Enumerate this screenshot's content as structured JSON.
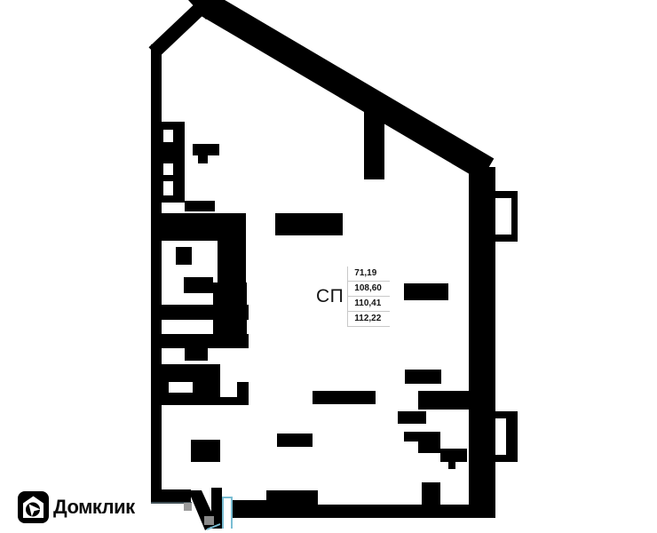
{
  "floor_plan": {
    "room_label": "СП",
    "area_values": [
      "71,19",
      "108,60",
      "110,41",
      "112,22"
    ]
  },
  "branding": {
    "logo_text": "Домклик"
  },
  "colors": {
    "wall": "#000000",
    "door_marker": "#79bdd3",
    "divider": "#c9c9c9",
    "text": "#141414"
  }
}
